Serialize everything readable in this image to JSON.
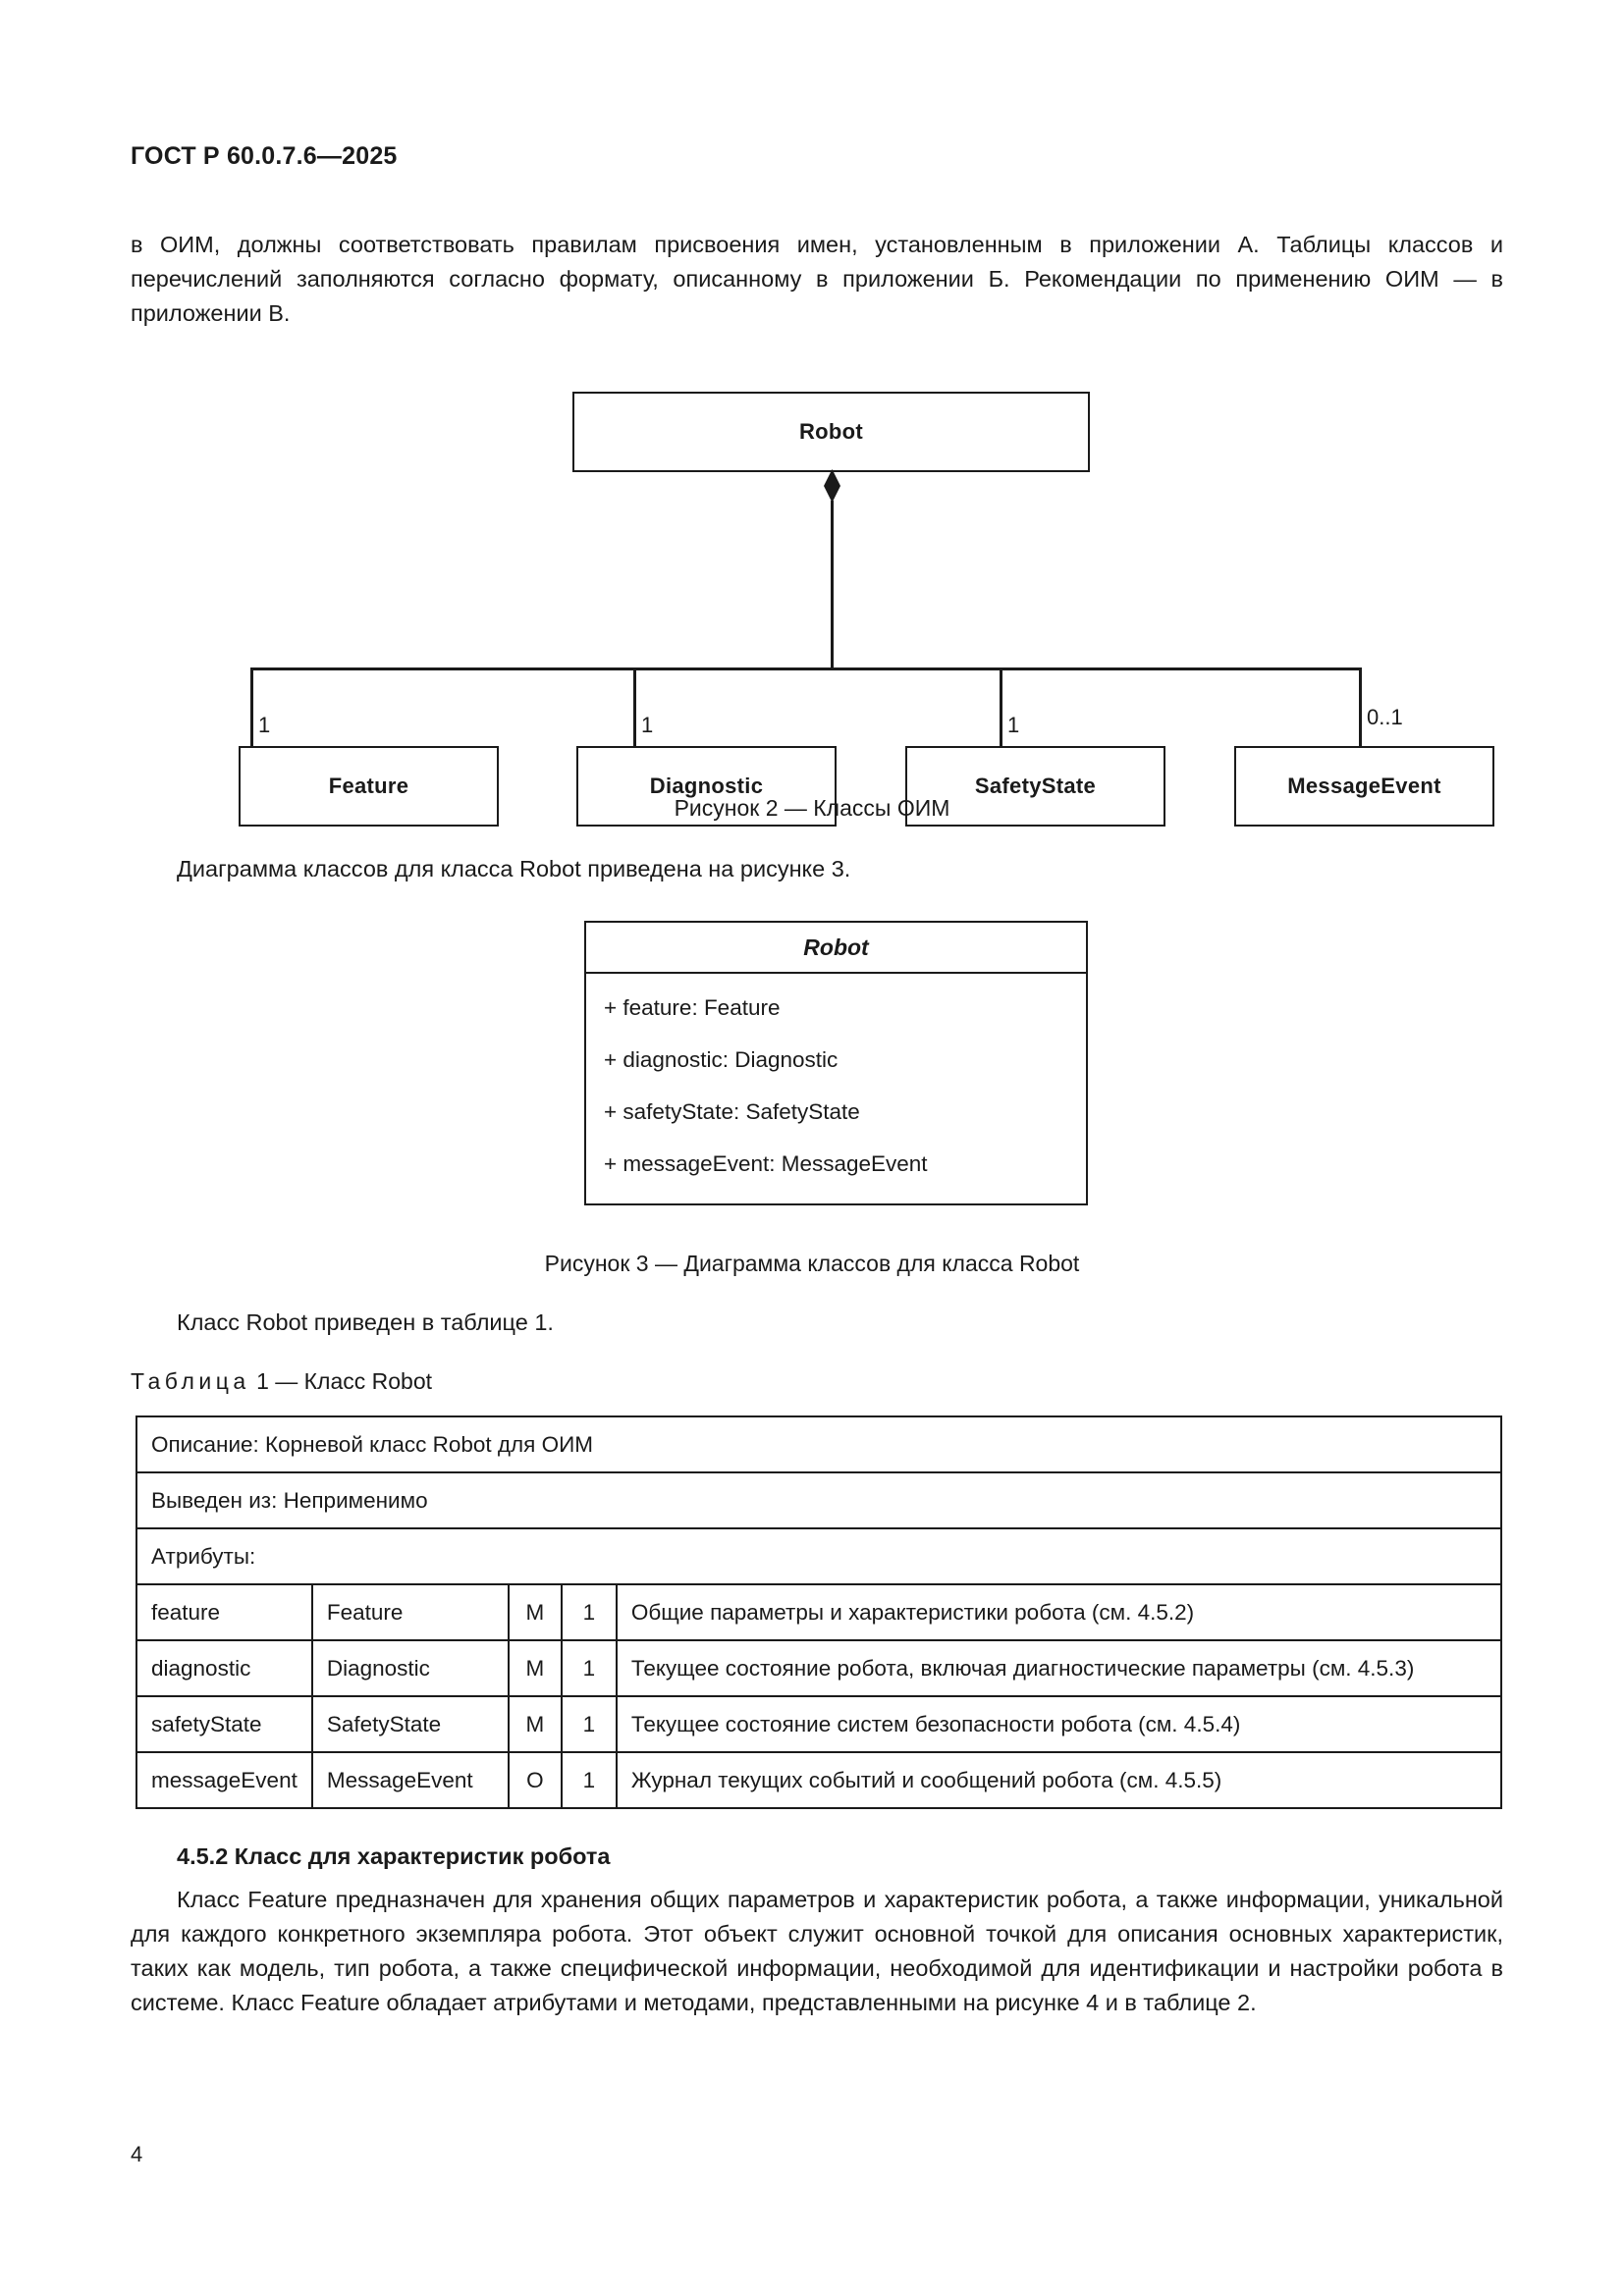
{
  "document": {
    "header": "ГОСТ Р 60.0.7.6—2025",
    "page_number": "4"
  },
  "intro_paragraph": "в ОИМ, должны соответствовать правилам присвоения имен, установленным в приложении А. Таблицы классов и перечислений заполняются согласно формату, описанному в приложении Б. Рекомендации по применению ОИМ — в приложении В.",
  "figure2": {
    "caption": "Рисунок 2 — Классы ОИМ",
    "root": "Robot",
    "children": [
      {
        "name": "Feature",
        "multiplicity": "1"
      },
      {
        "name": "Diagnostic",
        "multiplicity": "1"
      },
      {
        "name": "SafetyState",
        "multiplicity": "1"
      },
      {
        "name": "MessageEvent",
        "multiplicity": "0..1"
      }
    ]
  },
  "para_after_fig2": "Диаграмма классов для класса Robot приведена на рисунке 3.",
  "figure3": {
    "caption": "Рисунок 3 — Диаграмма классов для класса Robot",
    "class_name": "Robot",
    "attributes": [
      "+ feature: Feature",
      "+ diagnostic: Diagnostic",
      "+ safetyState: SafetyState",
      "+ messageEvent: MessageEvent"
    ]
  },
  "para_before_table": "Класс Robot приведен в таблице 1.",
  "table": {
    "label_prefix": "Таблица",
    "label_rest": " 1 — Класс Robot",
    "description_row": "Описание: Корневой класс Robot для ОИМ",
    "derived_row": "Выведен из: Неприменимо",
    "attributes_row": "Атрибуты:",
    "rows": [
      {
        "name": "feature",
        "type": "Feature",
        "mo": "M",
        "multiplicity": "1",
        "description": "Общие параметры и характеристики робота (см. 4.5.2)"
      },
      {
        "name": "diagnostic",
        "type": "Diagnostic",
        "mo": "M",
        "multiplicity": "1",
        "description": "Текущее состояние робота, включая диагностические параметры (см. 4.5.3)"
      },
      {
        "name": "safetyState",
        "type": "SafetyState",
        "mo": "M",
        "multiplicity": "1",
        "description": "Текущее состояние систем безопасности робота (см. 4.5.4)"
      },
      {
        "name": "messageEvent",
        "type": "MessageEvent",
        "mo": "O",
        "multiplicity": "1",
        "description": "Журнал текущих событий и сообщений робота (см. 4.5.5)"
      }
    ]
  },
  "section": {
    "heading": "4.5.2 Класс для характеристик робота",
    "paragraph": "Класс Feature предназначен для хранения общих параметров и характеристик робота, а также информации, уникальной для каждого конкретного экземпляра робота. Этот объект служит основной точкой для описания основных характеристик, таких как модель, тип робота, а также специфической информации, необходимой для идентификации и настройки робота в системе. Класс Feature обладает атрибутами и методами, представленными на рисунке 4 и в таблице 2."
  }
}
